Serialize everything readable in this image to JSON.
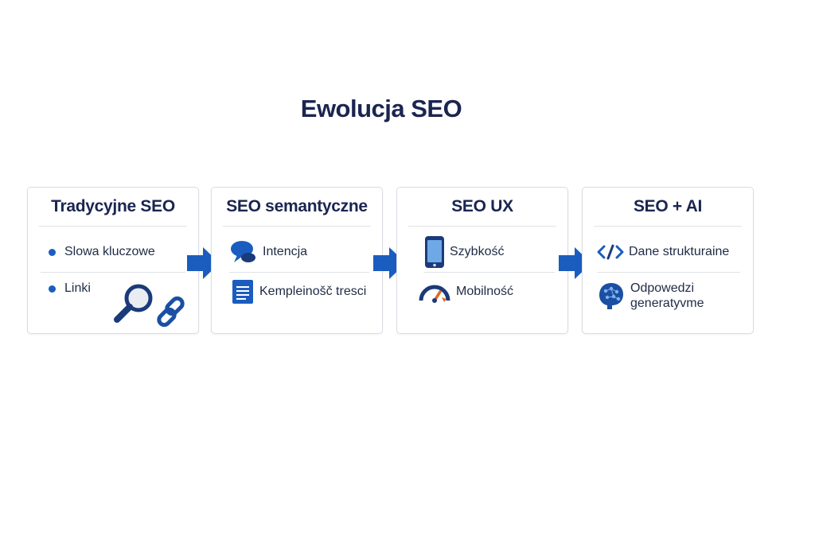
{
  "title": "Ewolucja SEO",
  "colors": {
    "accent": "#1a5dbf",
    "dark": "#1a2550",
    "warning": "#e06b1f"
  },
  "cards": [
    {
      "heading": "Tradycyjne SEO",
      "items": [
        {
          "label": "Slowa kluczowe",
          "icon": "bullet"
        },
        {
          "label": "Linki",
          "icon": "bullet"
        }
      ],
      "extra_icons": [
        "magnifier-icon",
        "link-icon"
      ]
    },
    {
      "heading": "SEO semantyczne",
      "items": [
        {
          "label": "Intencja",
          "icon": "speech-bubbles-icon"
        },
        {
          "label": "Kempleinošč tresci",
          "icon": "document-icon"
        }
      ]
    },
    {
      "heading": "SEO UX",
      "items": [
        {
          "label": "Szybkość",
          "icon": "smartphone-icon"
        },
        {
          "label": "Mobilność",
          "icon": "speedometer-icon"
        }
      ]
    },
    {
      "heading": "SEO + AI",
      "items": [
        {
          "label": "Dane strukturaine",
          "icon": "code-icon"
        },
        {
          "label_line1": "Odpowedzi",
          "label_line2": "generatyvme",
          "icon": "brain-icon"
        }
      ]
    }
  ],
  "arrows": [
    "arrow-right-icon",
    "arrow-right-icon",
    "arrow-right-icon"
  ]
}
